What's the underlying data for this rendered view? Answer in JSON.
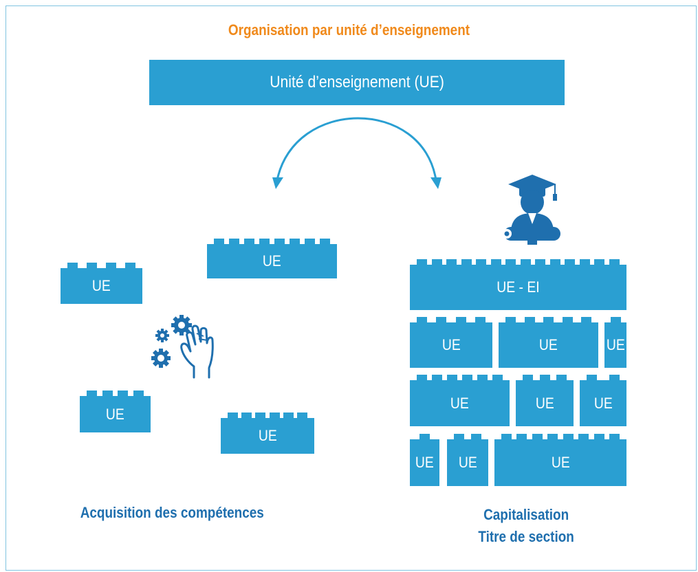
{
  "colors": {
    "primary": "#2a9fd2",
    "title": "#f08a1c",
    "caption": "#1f6fae",
    "frame": "#7fc3e0"
  },
  "title": "Organisation par unité d’enseignement",
  "header": "Unité d’enseignement (UE)",
  "left": {
    "bricks": [
      {
        "label": "UE",
        "studs": 8
      },
      {
        "label": "UE",
        "studs": 4
      },
      {
        "label": "UE",
        "studs": 4
      },
      {
        "label": "UE",
        "studs": 6
      }
    ],
    "icon": "hand-gears-icon",
    "caption": "Acquisition des compétences"
  },
  "right": {
    "icon": "graduate-diploma-icon",
    "top_brick": {
      "label": "UE - EI",
      "studs": 14
    },
    "rows": [
      [
        {
          "label": "UE",
          "studs": 4
        },
        {
          "label": "UE",
          "studs": 5
        },
        {
          "label": "UE",
          "studs": 1
        }
      ],
      [
        {
          "label": "UE",
          "studs": 6
        },
        {
          "label": "UE",
          "studs": 3
        },
        {
          "label": "UE",
          "studs": 2
        }
      ],
      [
        {
          "label": "UE",
          "studs": 1
        },
        {
          "label": "UE",
          "studs": 2
        },
        {
          "label": "UE",
          "studs": 8
        }
      ]
    ],
    "caption_line1": "Capitalisation",
    "caption_line2": "Titre de section"
  }
}
